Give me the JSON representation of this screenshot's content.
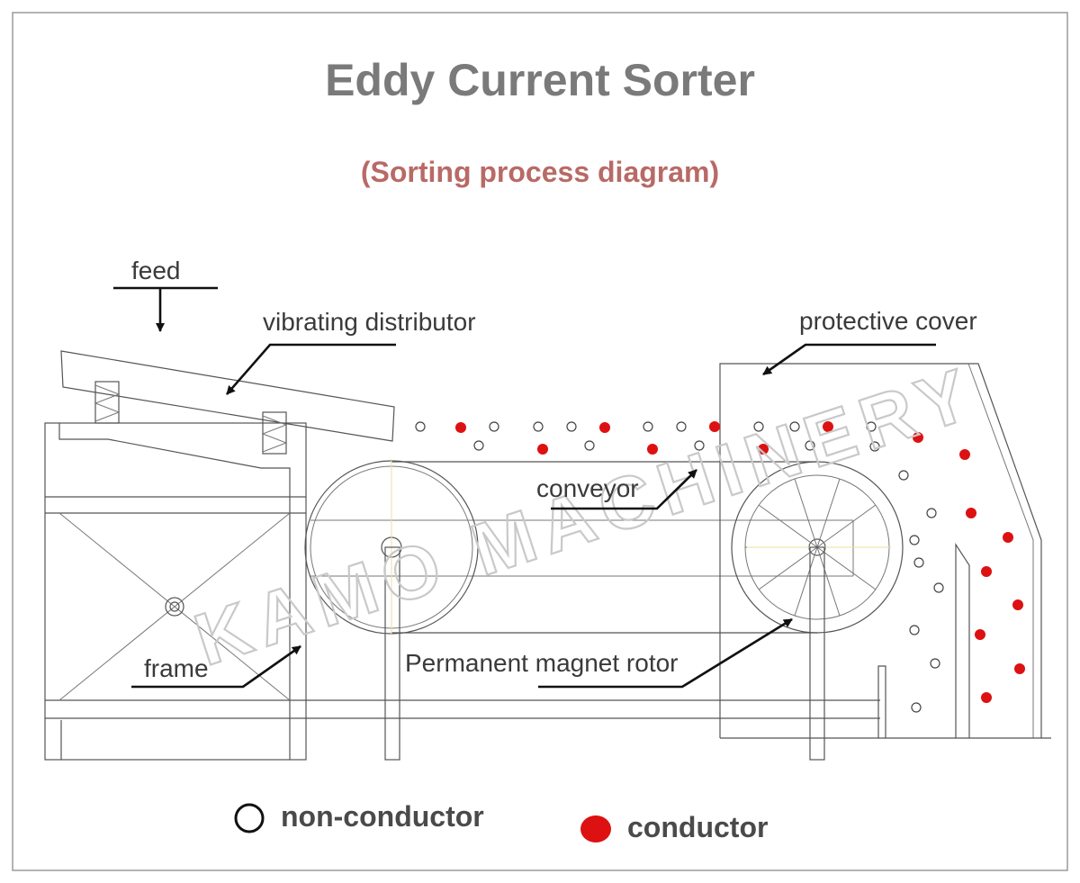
{
  "title": "Eddy Current Sorter",
  "subtitle": "(Sorting process diagram)",
  "labels": {
    "feed": "feed",
    "vibrating_distributor": "vibrating distributor",
    "protective_cover": "protective cover",
    "conveyor": "conveyor",
    "frame": "frame",
    "rotor": "Permanent magnet rotor"
  },
  "legend": {
    "non_conductor": "non-conductor",
    "conductor": "conductor"
  },
  "watermark": "KAMO MACHINERY",
  "colors": {
    "title": "#7a7a7a",
    "subtitle": "#b86a66",
    "conductor": "#dd1111",
    "lines": "#555555"
  }
}
